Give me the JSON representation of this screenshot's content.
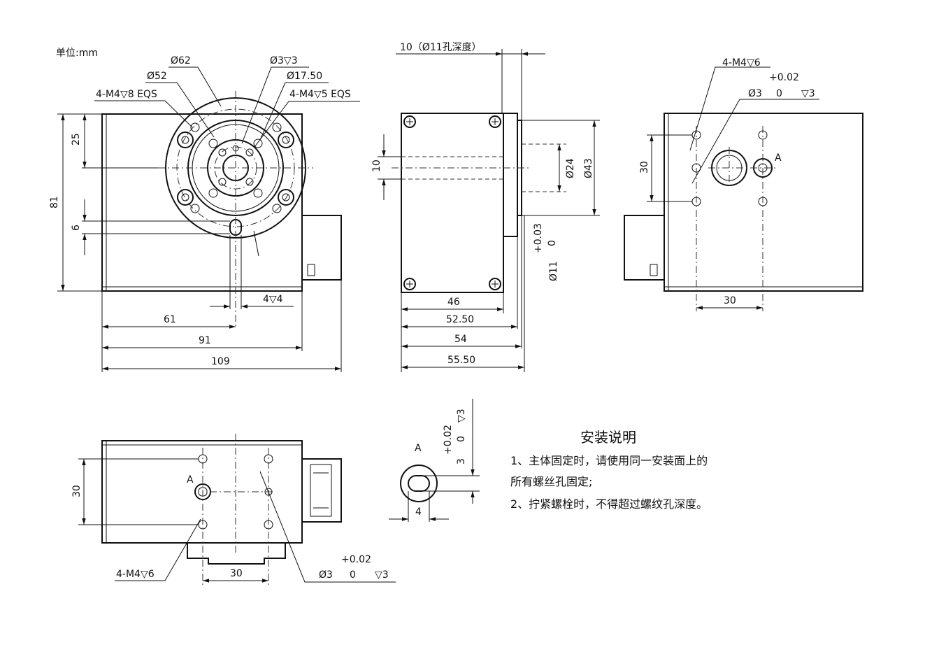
{
  "unit_label": "单位:mm",
  "front_view": {
    "callouts": {
      "phi62": "Ø62",
      "phi52": "Ø52",
      "m4_8": "4-M4▽8 EQS",
      "phi3_3": "Ø3▽3",
      "phi17_5": "Ø17.50",
      "m4_5": "4-M4▽5 EQS"
    },
    "dims": {
      "d25": "25",
      "d81": "81",
      "d6": "6",
      "d4_4": "4▽4",
      "d61": "61",
      "d91": "91",
      "d109": "109"
    }
  },
  "side_view": {
    "callout_depth": "10（Ø11孔深度）",
    "dims": {
      "d10": "10",
      "phi24": "Ø24",
      "phi43": "Ø43",
      "tol": "+0.03",
      "tol0": "0",
      "phi11": "Ø11",
      "d46": "46",
      "d52_5": "52.50",
      "d54": "54",
      "d55_5": "55.50"
    }
  },
  "rear_view": {
    "callouts": {
      "m4_6": "4-M4▽6",
      "tol": "+0.02",
      "pin": "Ø3",
      "pin0": "0",
      "pin_depth": "▽3"
    },
    "dims": {
      "d30_v": "30",
      "d30_h": "30"
    },
    "datum": "A"
  },
  "bottom_view": {
    "dims": {
      "d30_v": "30",
      "d30_h": "30"
    },
    "datum": "A",
    "callouts": {
      "m4_6": "4-M4▽6",
      "tol": "+0.02",
      "pin": "Ø3",
      "pin0": "0",
      "pin_depth": "▽3"
    }
  },
  "detail_view": {
    "datum": "A",
    "tol": "+0.02",
    "tol0": "0",
    "d3": "3",
    "depth": "▽3",
    "d4": "4"
  },
  "notes": {
    "title": "安装说明",
    "line1": "1、主体固定时，请使用同一安装面上的",
    "line2": "所有螺丝孔固定;",
    "line3": "2、拧紧螺栓时，不得超过螺纹孔深度。"
  }
}
